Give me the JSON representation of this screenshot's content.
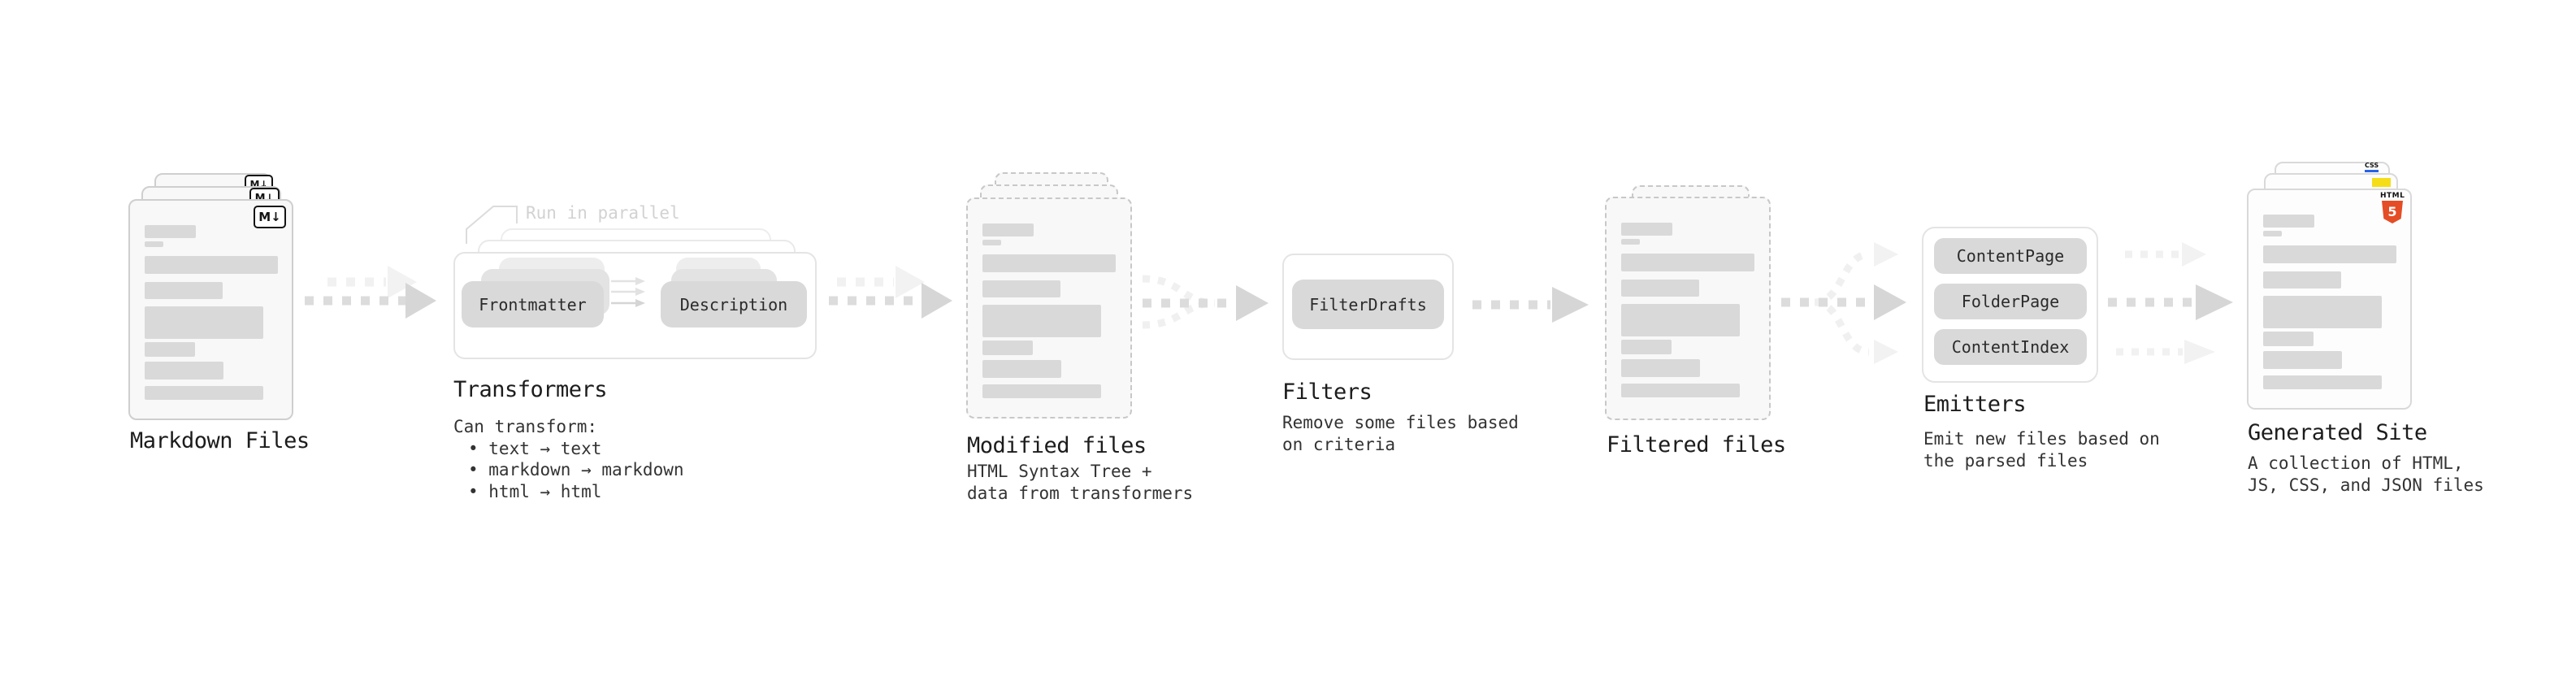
{
  "markdown_files": {
    "title": "Markdown Files",
    "badge": "M↓"
  },
  "transformers": {
    "annotation": "Run in parallel",
    "pill_frontmatter": "Frontmatter",
    "pill_description": "Description",
    "title": "Transformers",
    "subtitle": "Can transform:",
    "bullets": [
      "• text → text",
      "• markdown → markdown",
      "• html → html"
    ]
  },
  "modified_files": {
    "title": "Modified files",
    "subtitle_lines": [
      "HTML Syntax Tree +",
      "data from transformers"
    ]
  },
  "filters": {
    "pill": "FilterDrafts",
    "title": "Filters",
    "subtitle_lines": [
      "Remove some files based",
      "on criteria"
    ]
  },
  "filtered_files": {
    "title": "Filtered files"
  },
  "emitters": {
    "pills": [
      "ContentPage",
      "FolderPage",
      "ContentIndex"
    ],
    "title": "Emitters",
    "subtitle_lines": [
      "Emit new files based on",
      "the parsed files"
    ]
  },
  "generated_site": {
    "title": "Generated Site",
    "subtitle_lines": [
      "A collection of HTML,",
      "JS, CSS, and JSON files"
    ],
    "badge_css": "CSS",
    "badge_html": "HTML",
    "badge_html_number": "5"
  },
  "colors": {
    "background": "#ffffff",
    "file_fill": "#f8f8f8",
    "file_border": "#cfcfcf",
    "skeleton_bar": "#d9d9d9",
    "pill_fill": "#d9d9d9",
    "arrow_dark": "#d6d6d6",
    "arrow_light": "#f1f1f1",
    "annotation_gray": "#d2d2d2",
    "html5_orange": "#e44d26",
    "js_yellow": "#f5de19",
    "css_blue": "#2962e9"
  }
}
